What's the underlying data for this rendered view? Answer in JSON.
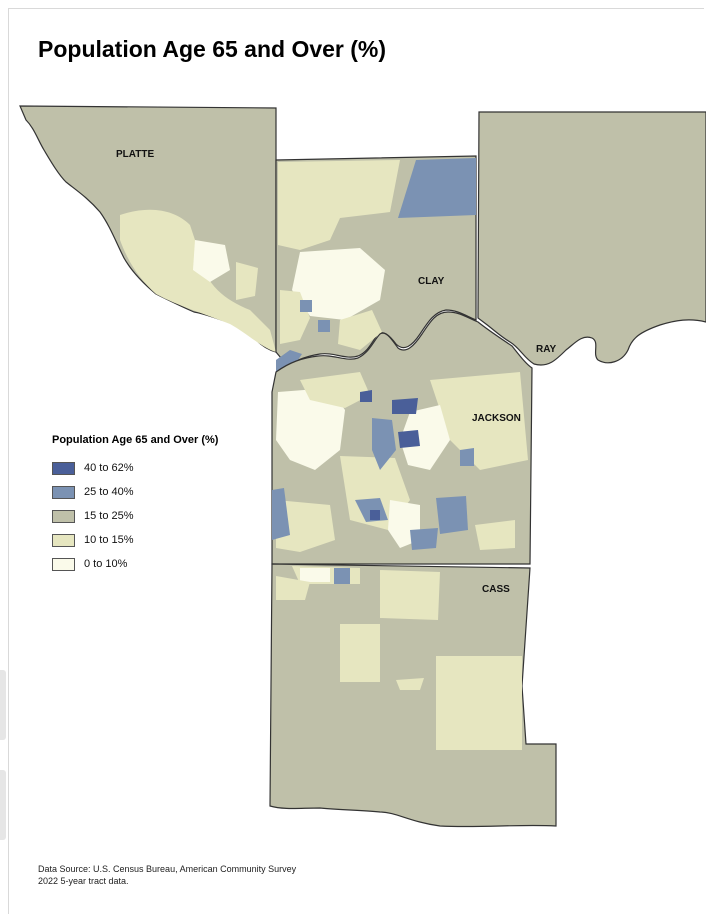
{
  "title": "Population Age 65 and Over (%)",
  "colors": {
    "class_40_62": "#4a5f99",
    "class_25_40": "#7b92b3",
    "class_15_25": "#bfc0a9",
    "class_10_15": "#e6e6c0",
    "class_0_10": "#fafaea",
    "boundary": "#333333"
  },
  "counties": {
    "platte": "PLATTE",
    "clay": "CLAY",
    "ray": "RAY",
    "jackson": "JACKSON",
    "cass": "CASS"
  },
  "legend": {
    "title": "Population Age 65 and Over (%)",
    "items": [
      {
        "label": "40 to 62%",
        "color": "#4a5f99"
      },
      {
        "label": "25 to 40%",
        "color": "#7b92b3"
      },
      {
        "label": "15 to 25%",
        "color": "#bfc0a9"
      },
      {
        "label": "10 to 15%",
        "color": "#e6e6c0"
      },
      {
        "label": "0 to 10%",
        "color": "#fafaea"
      }
    ]
  },
  "source": {
    "line1": "Data Source: U.S. Census Bureau, American Community Survey",
    "line2": "2022 5-year tract data."
  }
}
